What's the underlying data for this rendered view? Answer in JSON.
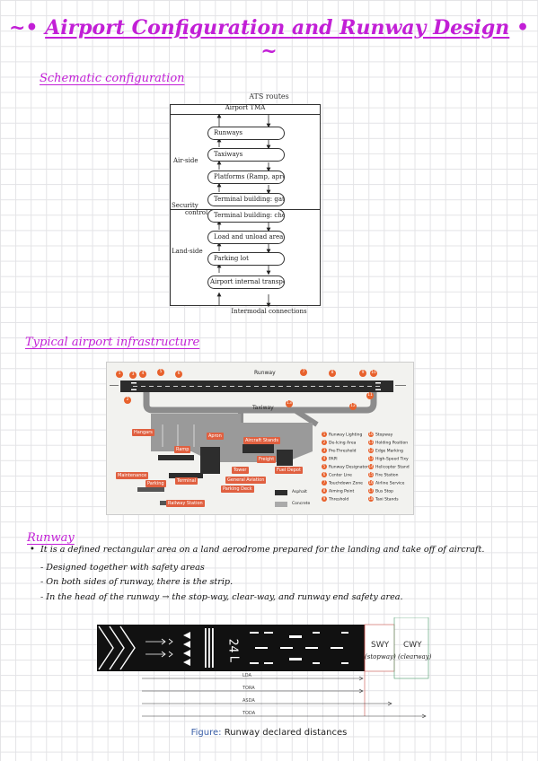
{
  "title": "Airport Configuration and Runway Design",
  "title_deco_left": "~•",
  "title_deco_right": "• ~",
  "colors": {
    "accent": "#c21fd6",
    "caption_blue": "#3a5fa8",
    "runway": "#111111",
    "tag": "#e06040"
  },
  "schematic": {
    "heading": "Schematic configuration",
    "top_label": "ATS routes",
    "tma": "Airport TMA",
    "items": [
      "Runways",
      "Taxiways",
      "Platforms (Ramp, apron)",
      "Terminal building: gates",
      "Terminal building: check in",
      "Load and unload area",
      "Parking lot",
      "Airport internal transportation"
    ],
    "airside": "Air-side",
    "security": "Security",
    "control": "control",
    "landside": "Land-side",
    "bottom_label": "Intermodal connections"
  },
  "infrastructure": {
    "heading": "Typical airport infrastructure",
    "runway": "Runway",
    "taxiway": "Taxiway",
    "labels": {
      "hangars": "Hangars",
      "ramp": "Ramp",
      "apron": "Apron",
      "aircraft_stands": "Aircraft Stands",
      "terminal": "Terminal",
      "tower": "Tower",
      "freight": "Freight",
      "fuel_depot": "Fuel Depot",
      "maintenance": "Maintenance",
      "parking": "Parking",
      "general_aviation": "General Aviation",
      "parking_deck": "Parking Deck",
      "railway_station": "Railway Station"
    },
    "legend": [
      {
        "n": "1",
        "t": "Runway Lighting"
      },
      {
        "n": "2",
        "t": "De-Icing Area"
      },
      {
        "n": "3",
        "t": "Pre-Threshold"
      },
      {
        "n": "4",
        "t": "PAPI"
      },
      {
        "n": "5",
        "t": "Runway Designator"
      },
      {
        "n": "6",
        "t": "Center Line"
      },
      {
        "n": "7",
        "t": "Touchdown Zone"
      },
      {
        "n": "8",
        "t": "Aiming Point"
      },
      {
        "n": "9",
        "t": "Threshold"
      },
      {
        "n": "10",
        "t": "Stopway"
      },
      {
        "n": "11",
        "t": "Holding Position"
      },
      {
        "n": "12",
        "t": "Edge Marking"
      },
      {
        "n": "13",
        "t": "High-Speed Tixy"
      },
      {
        "n": "14",
        "t": "Helicopter Stand"
      },
      {
        "n": "15",
        "t": "Fire Station"
      },
      {
        "n": "16",
        "t": "Airline Service"
      },
      {
        "n": "17",
        "t": "Bus Stop"
      },
      {
        "n": "18",
        "t": "Taxi Stands"
      }
    ],
    "surface_asphalt": "Asphalt",
    "surface_concrete": "Concrete"
  },
  "runway": {
    "heading": "Runway",
    "bullet": "•",
    "definition": "It is a defined rectangular area on a land aerodrome prepared for the landing and take off of aircraft.",
    "notes": [
      "- Designed together with safety areas",
      "- On both sides of runway, there is the strip.",
      "- In the head of the runway → the stop-way, clear-way, and runway end safety area."
    ],
    "designator_num": "24",
    "designator_letter": "L",
    "swy": "SWY",
    "swy_note": "(stopway)",
    "cwy": "CWY",
    "cwy_note": "(clearway)",
    "distances": [
      "LDA",
      "TORA",
      "ASDA",
      "TODA"
    ],
    "caption_label": "Figure:",
    "caption_text": "Runway declared distances"
  }
}
